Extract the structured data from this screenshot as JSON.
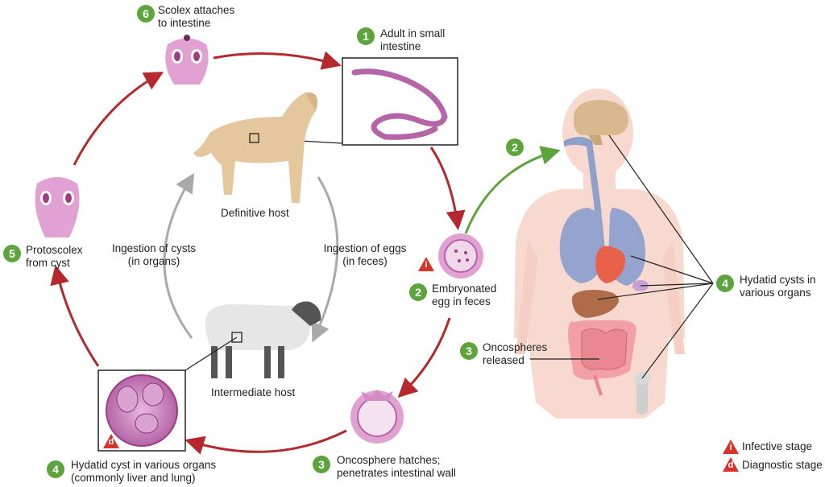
{
  "stages": {
    "s1": {
      "num": "1",
      "line1": "Adult in small",
      "line2": "intestine"
    },
    "s2a": {
      "num": "2",
      "line1": "Embryonated",
      "line2": "egg in feces"
    },
    "s2b": {
      "num": "2"
    },
    "s3a": {
      "num": "3",
      "line1": "Oncosphere hatches;",
      "line2": "penetrates intestinal wall"
    },
    "s3b": {
      "num": "3",
      "line1": "Oncospheres",
      "line2": "released"
    },
    "s4a": {
      "num": "4",
      "line1": "Hydatid cyst in various organs",
      "line2": "(commonly liver and lung)"
    },
    "s4b": {
      "num": "4",
      "line1": "Hydatid cysts in",
      "line2": "various organs"
    },
    "s5": {
      "num": "5",
      "line1": "Protoscolex",
      "line2": "from cyst"
    },
    "s6": {
      "num": "6",
      "line1": "Scolex attaches",
      "line2": "to intestine"
    }
  },
  "hosts": {
    "definitive": "Definitive host",
    "intermediate": "Intermediate host"
  },
  "routes": {
    "eggs_line1": "Ingestion of eggs",
    "eggs_line2": "(in feces)",
    "cysts_line1": "Ingestion of cysts",
    "cysts_line2": "(in organs)"
  },
  "markers": {
    "infective_letter": "i",
    "diagnostic_letter": "d"
  },
  "legend": {
    "infective": "Infective stage",
    "diagnostic": "Diagnostic stage"
  },
  "colors": {
    "stage_badge": "#5ea43c",
    "cycle_arrow": "#b5292e",
    "human_arrow": "#5ea43c",
    "host_arrow": "#a9a9a9",
    "marker": "#d9342b",
    "parasite": "#b565a7"
  }
}
